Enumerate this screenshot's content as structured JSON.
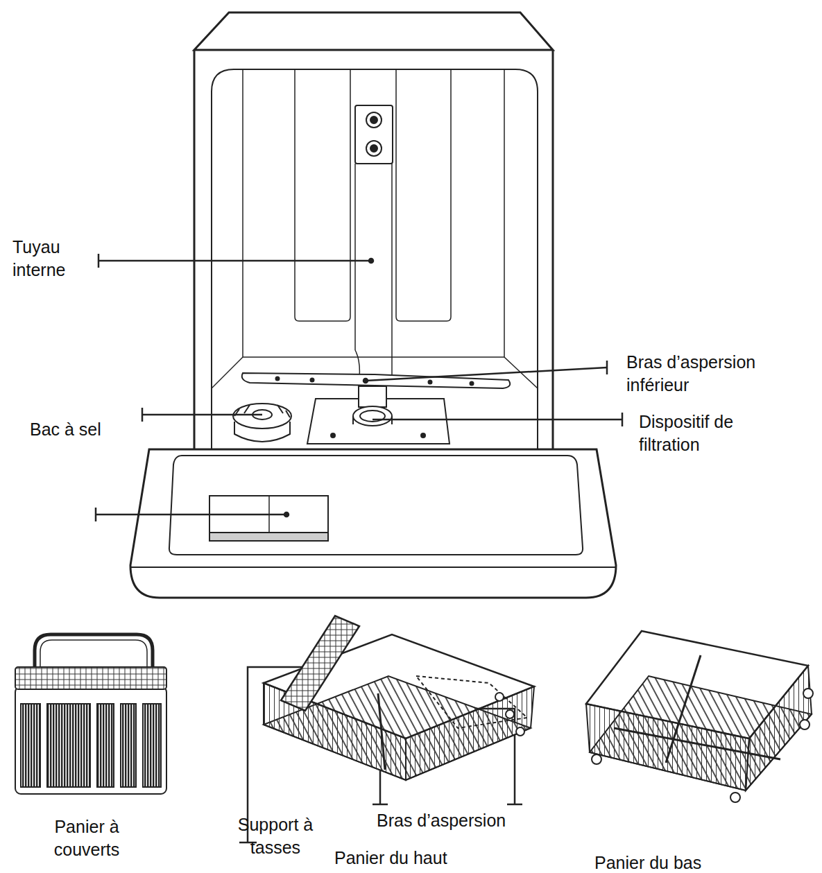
{
  "diagram": {
    "labels": [
      "Tuyau interne",
      "Bras d’aspersion inférieur",
      "Bac à sel",
      "Dispositif de filtration",
      "Panier à couverts",
      "Support à tasses",
      "Bras d’aspersion",
      "Panier du haut",
      "Panier du bas"
    ]
  }
}
